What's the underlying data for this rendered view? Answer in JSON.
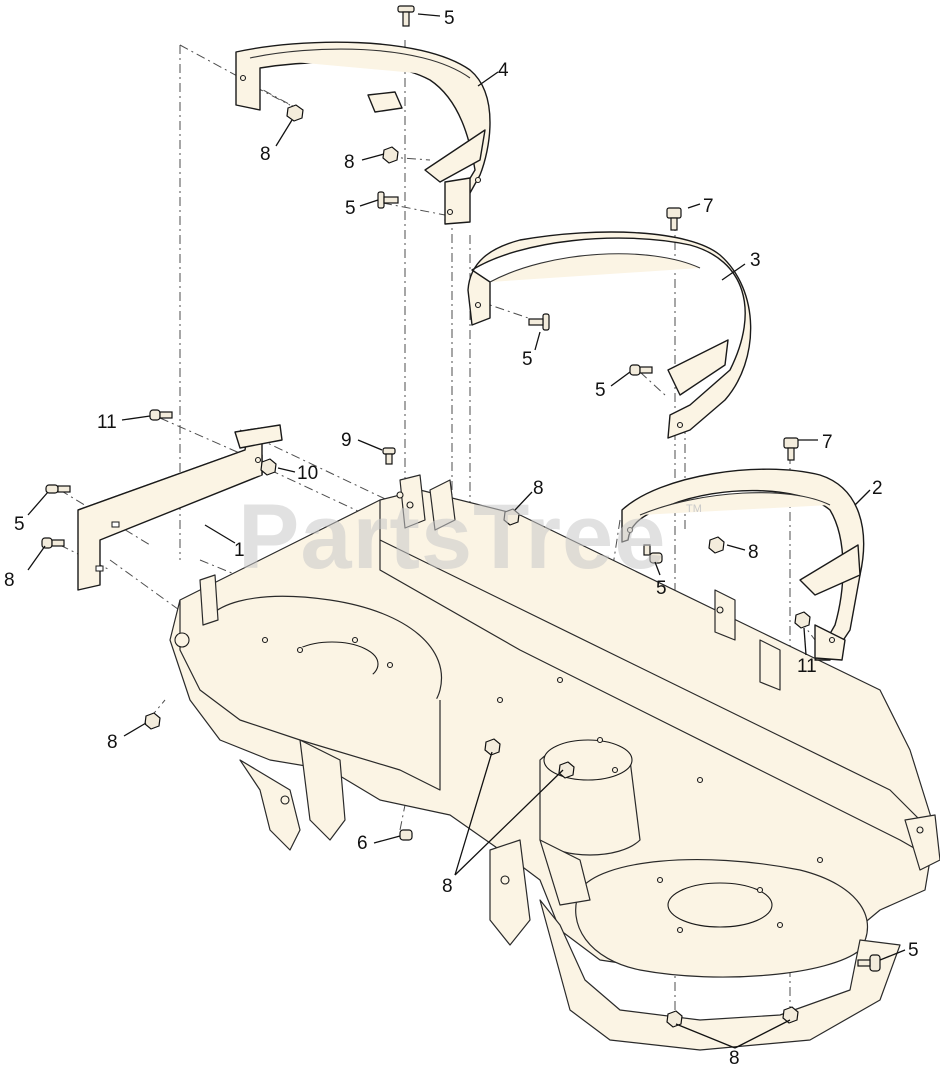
{
  "watermark": {
    "text": "PartsTree",
    "trademark": "TM"
  },
  "callouts": [
    {
      "id": "c-5-top",
      "label": "5"
    },
    {
      "id": "c-4",
      "label": "4"
    },
    {
      "id": "c-8-a",
      "label": "8"
    },
    {
      "id": "c-8-b",
      "label": "8"
    },
    {
      "id": "c-5-b",
      "label": "5"
    },
    {
      "id": "c-7-a",
      "label": "7"
    },
    {
      "id": "c-3",
      "label": "3"
    },
    {
      "id": "c-5-c",
      "label": "5"
    },
    {
      "id": "c-5-d",
      "label": "5"
    },
    {
      "id": "c-11-a",
      "label": "11"
    },
    {
      "id": "c-9",
      "label": "9"
    },
    {
      "id": "c-10",
      "label": "10"
    },
    {
      "id": "c-7-b",
      "label": "7"
    },
    {
      "id": "c-8-c",
      "label": "8"
    },
    {
      "id": "c-2",
      "label": "2"
    },
    {
      "id": "c-5-e",
      "label": "5"
    },
    {
      "id": "c-1",
      "label": "1"
    },
    {
      "id": "c-8-d",
      "label": "8"
    },
    {
      "id": "c-5-f",
      "label": "5"
    },
    {
      "id": "c-11-b",
      "label": "11"
    },
    {
      "id": "c-8-e",
      "label": "8"
    },
    {
      "id": "c-8-f",
      "label": "8"
    },
    {
      "id": "c-6",
      "label": "6"
    },
    {
      "id": "c-8-g",
      "label": "8"
    },
    {
      "id": "c-5-g",
      "label": "5"
    },
    {
      "id": "c-8-h",
      "label": "8"
    }
  ]
}
